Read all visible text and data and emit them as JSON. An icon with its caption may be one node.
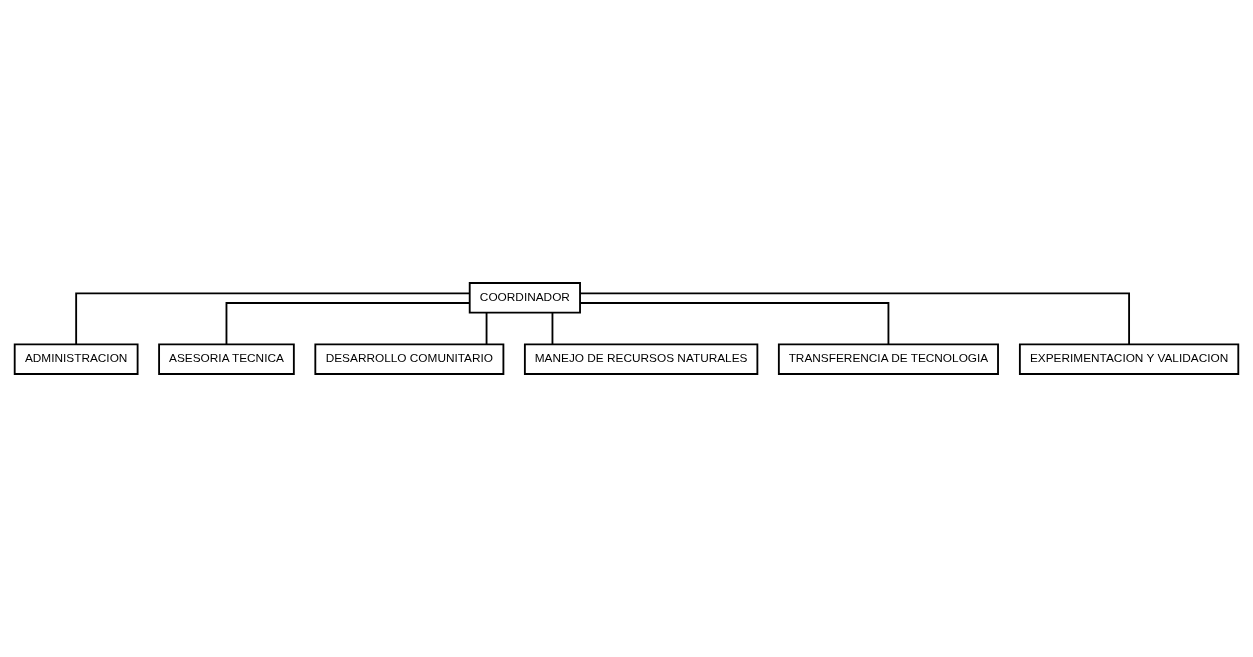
{
  "diagram": {
    "nodes": [
      {
        "text": [
          "COORDINADOR"
        ]
      },
      {
        "text": [
          "ADMINISTRACION"
        ]
      },
      {
        "text": [
          "ASESORIA TECNICA"
        ]
      },
      {
        "text": [
          "DESARROLLO COMUNITARIO"
        ]
      },
      {
        "text": [
          "MANEJO DE RECURSOS NATURALES"
        ]
      },
      {
        "text": [
          "TRANSFERENCIA DE TECNOLOGIA"
        ]
      },
      {
        "text": [
          "EXPERIMENTACION Y VALIDACION"
        ]
      }
    ],
    "edges": [
      {
        "from": 0,
        "to": 1,
        "arrow": "none"
      },
      {
        "from": 0,
        "to": 2,
        "arrow": "none"
      },
      {
        "from": 0,
        "to": 3,
        "arrow": "none"
      },
      {
        "from": 0,
        "to": 4,
        "arrow": "none"
      },
      {
        "from": 0,
        "to": 5,
        "arrow": "none"
      },
      {
        "from": 0,
        "to": 6,
        "arrow": "none"
      }
    ]
  }
}
